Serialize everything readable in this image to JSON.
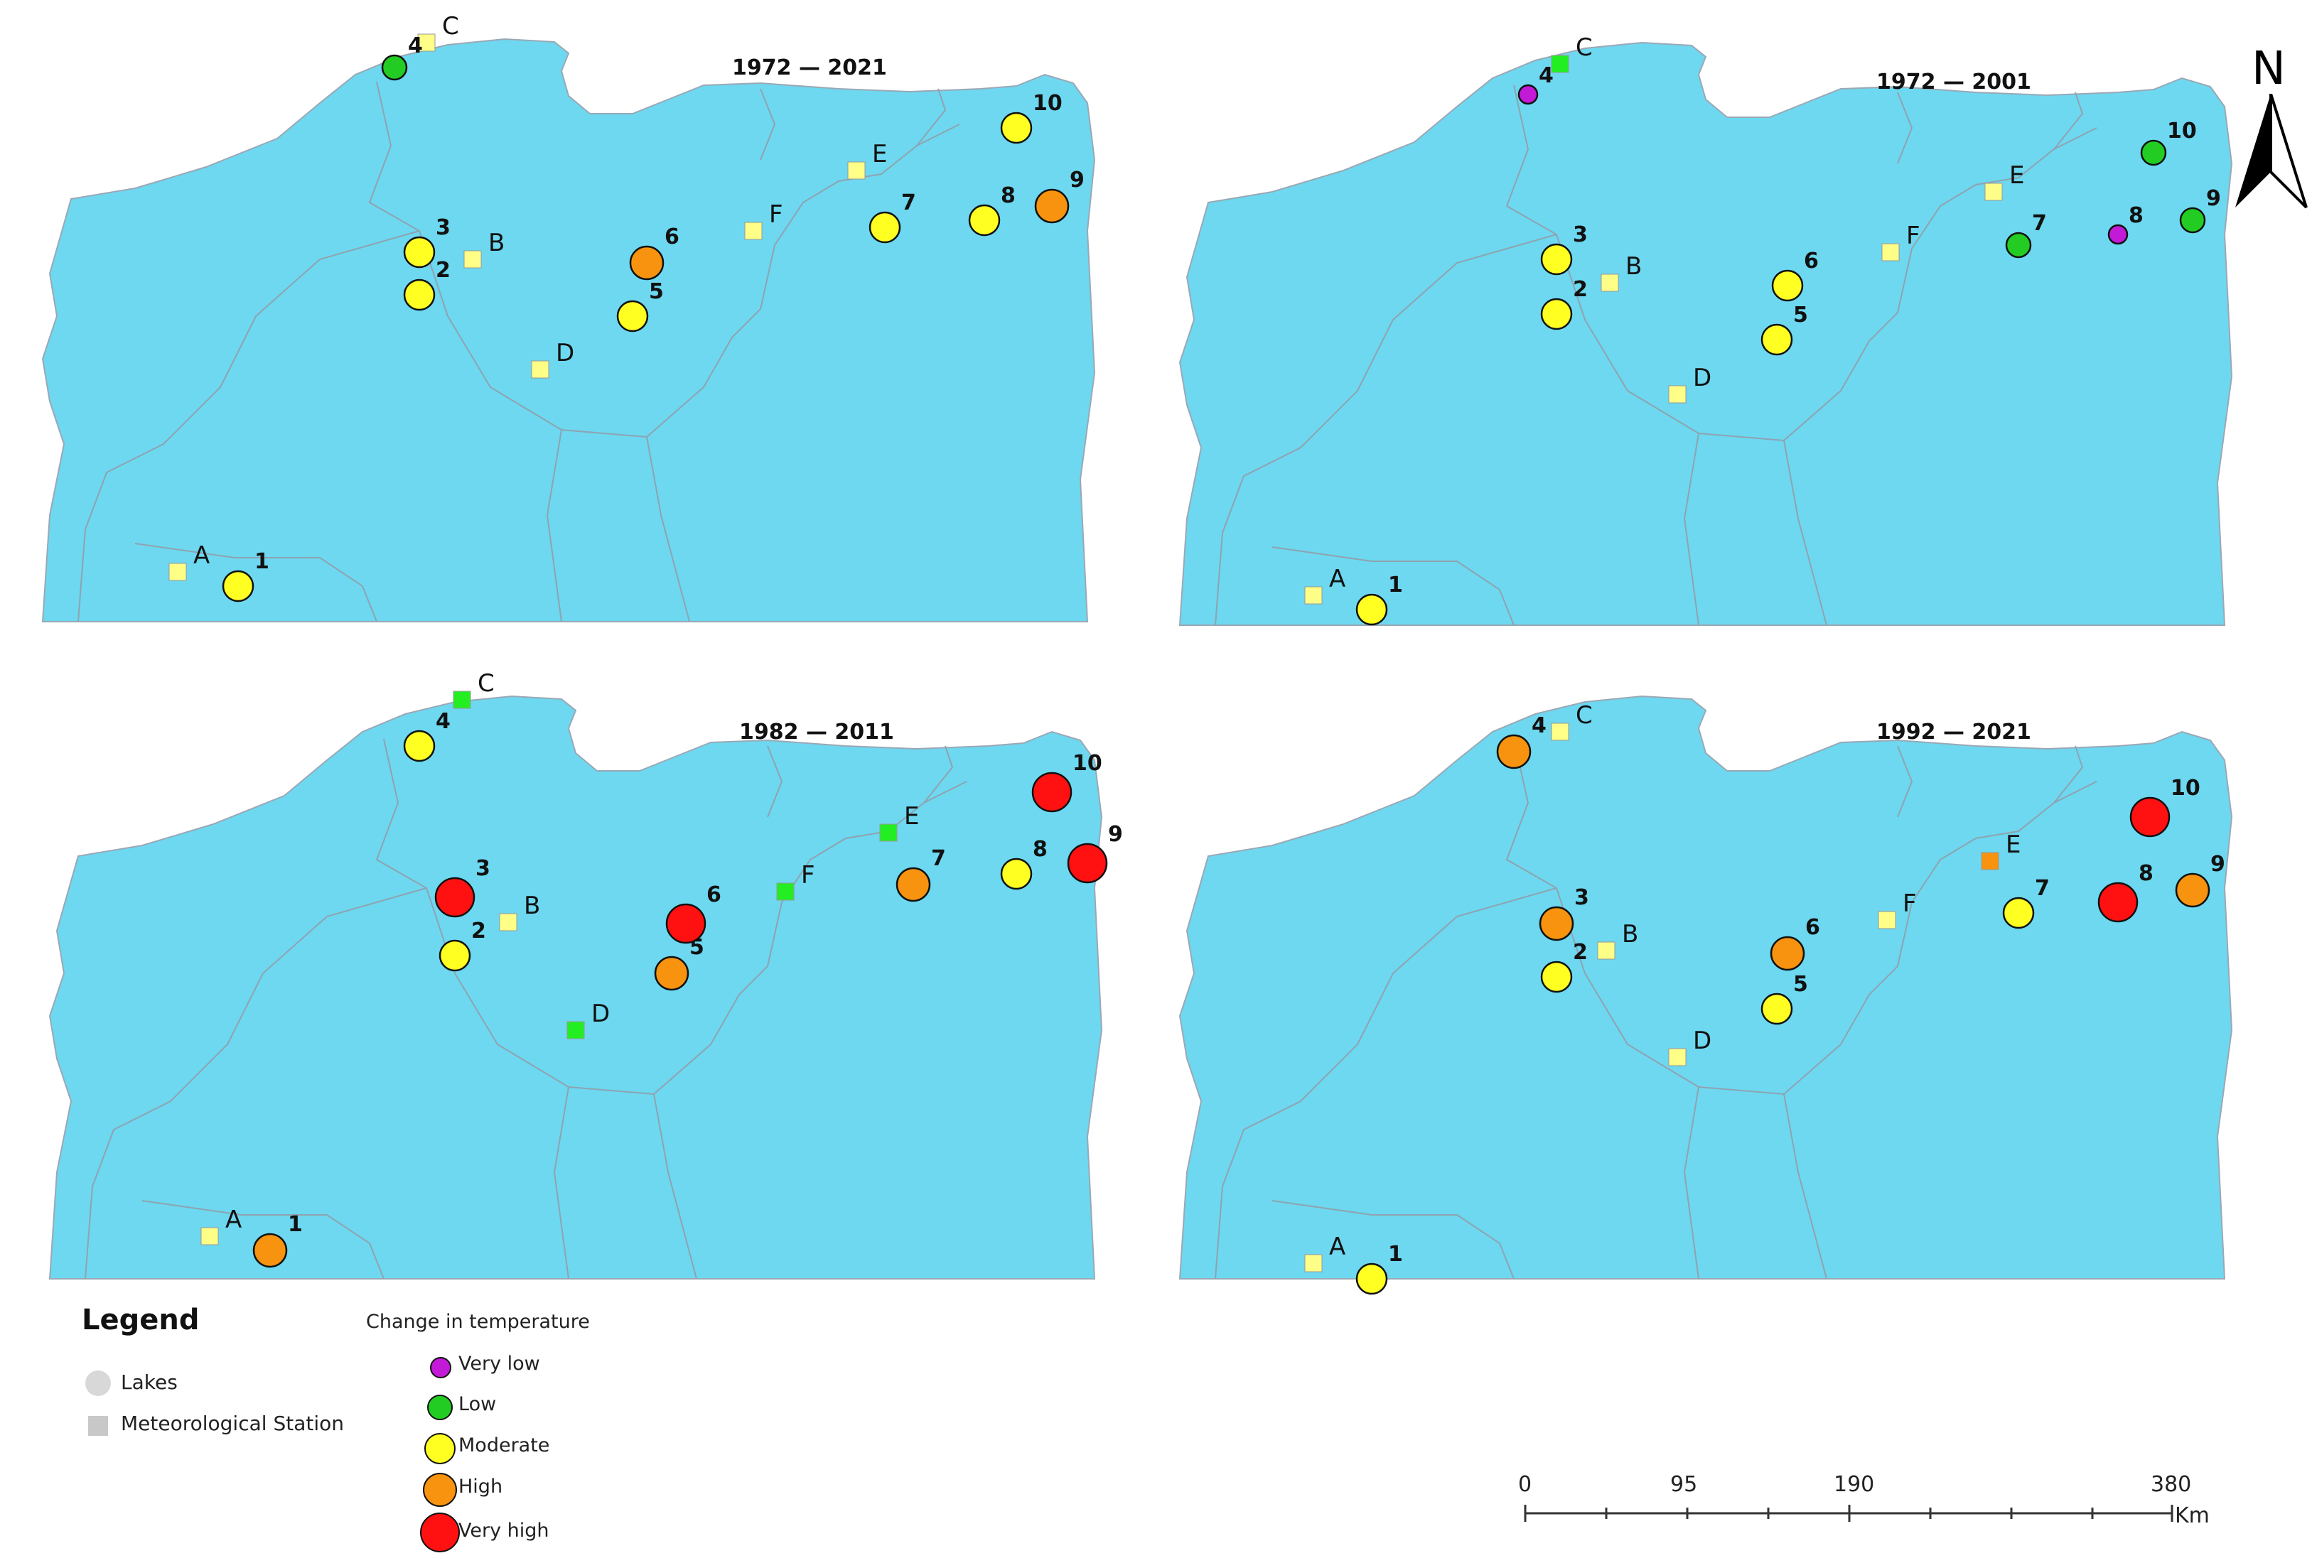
{
  "panels": [
    {
      "title": "1972 — 2021",
      "lakes": [
        {
          "id": "1",
          "level": "Moderate"
        },
        {
          "id": "2",
          "level": "Moderate"
        },
        {
          "id": "3",
          "level": "Moderate"
        },
        {
          "id": "4",
          "level": "Low"
        },
        {
          "id": "5",
          "level": "Moderate"
        },
        {
          "id": "6",
          "level": "High"
        },
        {
          "id": "7",
          "level": "Moderate"
        },
        {
          "id": "8",
          "level": "Moderate"
        },
        {
          "id": "9",
          "level": "High"
        },
        {
          "id": "10",
          "level": "Moderate"
        }
      ],
      "stations": [
        {
          "id": "A",
          "level": "Moderate"
        },
        {
          "id": "B",
          "level": "Moderate"
        },
        {
          "id": "C",
          "level": "Moderate"
        },
        {
          "id": "D",
          "level": "Moderate"
        },
        {
          "id": "E",
          "level": "Moderate"
        },
        {
          "id": "F",
          "level": "Moderate"
        }
      ]
    },
    {
      "title": "1972 — 2001",
      "lakes": [
        {
          "id": "1",
          "level": "Moderate"
        },
        {
          "id": "2",
          "level": "Moderate"
        },
        {
          "id": "3",
          "level": "Moderate"
        },
        {
          "id": "4",
          "level": "Very low"
        },
        {
          "id": "5",
          "level": "Moderate"
        },
        {
          "id": "6",
          "level": "Moderate"
        },
        {
          "id": "7",
          "level": "Low"
        },
        {
          "id": "8",
          "level": "Very low"
        },
        {
          "id": "9",
          "level": "Low"
        },
        {
          "id": "10",
          "level": "Low"
        }
      ],
      "stations": [
        {
          "id": "A",
          "level": "Moderate"
        },
        {
          "id": "B",
          "level": "Moderate"
        },
        {
          "id": "C",
          "level": "Low"
        },
        {
          "id": "D",
          "level": "Moderate"
        },
        {
          "id": "E",
          "level": "Moderate"
        },
        {
          "id": "F",
          "level": "Moderate"
        }
      ]
    },
    {
      "title": "1982 — 2011",
      "lakes": [
        {
          "id": "1",
          "level": "High"
        },
        {
          "id": "2",
          "level": "Moderate"
        },
        {
          "id": "3",
          "level": "Very high"
        },
        {
          "id": "4",
          "level": "Moderate"
        },
        {
          "id": "5",
          "level": "High"
        },
        {
          "id": "6",
          "level": "Very high"
        },
        {
          "id": "7",
          "level": "High"
        },
        {
          "id": "8",
          "level": "Moderate"
        },
        {
          "id": "9",
          "level": "Very high"
        },
        {
          "id": "10",
          "level": "Very high"
        }
      ],
      "stations": [
        {
          "id": "A",
          "level": "Moderate"
        },
        {
          "id": "B",
          "level": "Moderate"
        },
        {
          "id": "C",
          "level": "Low"
        },
        {
          "id": "D",
          "level": "Low"
        },
        {
          "id": "E",
          "level": "Low"
        },
        {
          "id": "F",
          "level": "Low"
        }
      ]
    },
    {
      "title": "1992 — 2021",
      "lakes": [
        {
          "id": "1",
          "level": "Moderate"
        },
        {
          "id": "2",
          "level": "Moderate"
        },
        {
          "id": "3",
          "level": "High"
        },
        {
          "id": "4",
          "level": "High"
        },
        {
          "id": "5",
          "level": "Moderate"
        },
        {
          "id": "6",
          "level": "High"
        },
        {
          "id": "7",
          "level": "Moderate"
        },
        {
          "id": "8",
          "level": "Very high"
        },
        {
          "id": "9",
          "level": "High"
        },
        {
          "id": "10",
          "level": "Very high"
        }
      ],
      "stations": [
        {
          "id": "A",
          "level": "Moderate"
        },
        {
          "id": "B",
          "level": "Moderate"
        },
        {
          "id": "C",
          "level": "Moderate"
        },
        {
          "id": "D",
          "level": "Moderate"
        },
        {
          "id": "E",
          "level": "High"
        },
        {
          "id": "F",
          "level": "Moderate"
        }
      ]
    }
  ],
  "colors": {
    "water": "#6dd8f0",
    "boundary": "#8fa3b0",
    "Very low": "#c21ad6",
    "Low": "#22cc22",
    "Moderate": "#ffff22",
    "High": "#f7930e",
    "Very high": "#ff1111",
    "station_moderate": "#ffff88",
    "station_low": "#22ee22",
    "station_high": "#f7930e"
  },
  "north": {
    "label": "N"
  },
  "legend": {
    "title": "Legend",
    "lakes_label": "Lakes",
    "station_label": "Meteorological Station",
    "change_title": "Change in temperature",
    "levels": [
      "Very low",
      "Low",
      "Moderate",
      "High",
      "Very high"
    ]
  },
  "scale": {
    "ticks": [
      "0",
      "95",
      "190",
      "380"
    ],
    "unit": "Km"
  }
}
